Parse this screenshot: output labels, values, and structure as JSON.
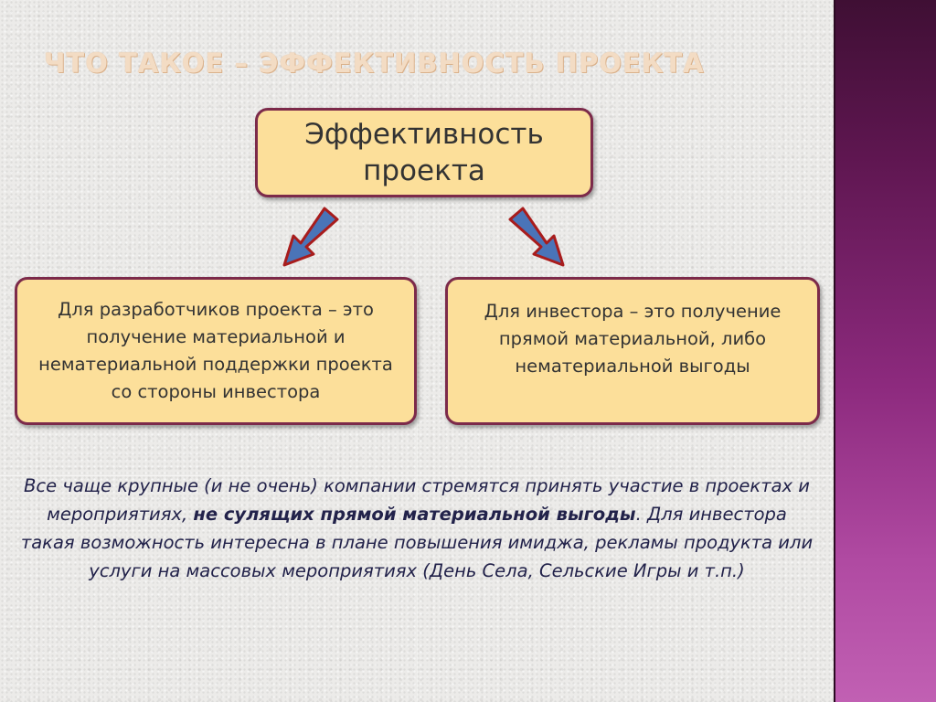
{
  "slide": {
    "title": "ЧТО ТАКОЕ – ЭФФЕКТИВНОСТЬ ПРОЕКТА",
    "top_box": "Эффективность проекта",
    "left_box": "Для разработчиков проекта – это получение материальной и нематериальной поддержки проекта со стороны инвестора",
    "right_box": "Для инвестора – это получение прямой материальной, либо нематериальной выгоды",
    "footer": {
      "part1": "Все чаще крупные (и не очень) компании стремятся принять участие в проектах и мероприятиях, ",
      "bold": "не сулящих прямой материальной выгоды",
      "part2": ". Для инвестора такая возможность интересна в плане повышения имиджа, рекламы продукта или услуги на массовых мероприятиях (День Села, Сельские Игры и т.п.)"
    }
  },
  "colors": {
    "box_fill": "#fcdf9a",
    "box_border": "#7c2a4a",
    "arrow_fill": "#4a74b8",
    "arrow_border": "#a81c1c",
    "title": "#f3dcc4",
    "footer_text": "#22224a",
    "side_panel": "#8d2a7e"
  },
  "icons": {
    "left_arrow": "arrow-down-left-icon",
    "right_arrow": "arrow-down-right-icon"
  }
}
